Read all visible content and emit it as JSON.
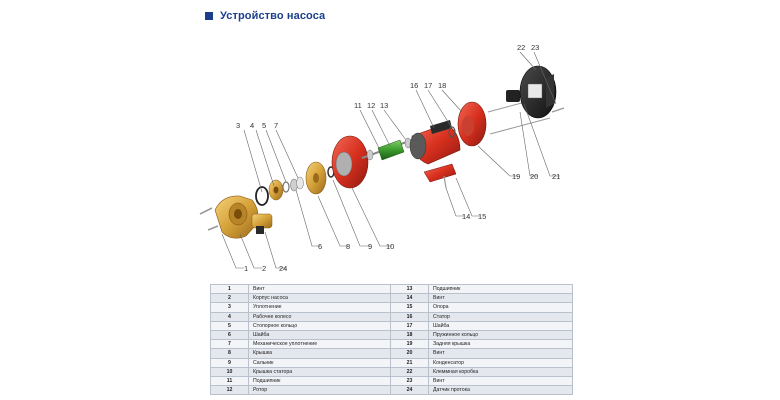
{
  "title": "Устройство насоса",
  "callouts": [
    "1",
    "2",
    "3",
    "4",
    "5",
    "6",
    "7",
    "8",
    "9",
    "10",
    "11",
    "12",
    "13",
    "14",
    "15",
    "16",
    "17",
    "18",
    "19",
    "20",
    "21",
    "22",
    "23",
    "24"
  ],
  "parts_table": [
    {
      "n1": "1",
      "name1": "Винт",
      "n2": "13",
      "name2": "Подшипник"
    },
    {
      "n1": "2",
      "name1": "Корпус насоса",
      "n2": "14",
      "name2": "Винт"
    },
    {
      "n1": "3",
      "name1": "Уплотнение",
      "n2": "15",
      "name2": "Опора"
    },
    {
      "n1": "4",
      "name1": "Рабочее колесо",
      "n2": "16",
      "name2": "Статор"
    },
    {
      "n1": "5",
      "name1": "Стопорное кольцо",
      "n2": "17",
      "name2": "Шайба"
    },
    {
      "n1": "6",
      "name1": "Шайба",
      "n2": "18",
      "name2": "Пружинное кольцо"
    },
    {
      "n1": "7",
      "name1": "Механическое уплотнение",
      "n2": "19",
      "name2": "Задняя крышка"
    },
    {
      "n1": "8",
      "name1": "Крышка",
      "n2": "20",
      "name2": "Винт"
    },
    {
      "n1": "9",
      "name1": "Сальник",
      "n2": "21",
      "name2": "Конденсатор"
    },
    {
      "n1": "10",
      "name1": "Крышка статора",
      "n2": "22",
      "name2": "Клеммная коробка"
    },
    {
      "n1": "11",
      "name1": "Подшипник",
      "n2": "23",
      "name2": "Винт"
    },
    {
      "n1": "12",
      "name1": "Ротор",
      "n2": "24",
      "name2": "Датчик протока"
    }
  ],
  "colors": {
    "title": "#1a3e8c",
    "stator": "#e03a2a",
    "brass": "#d6a23a",
    "rotor": "#4caa3a"
  }
}
